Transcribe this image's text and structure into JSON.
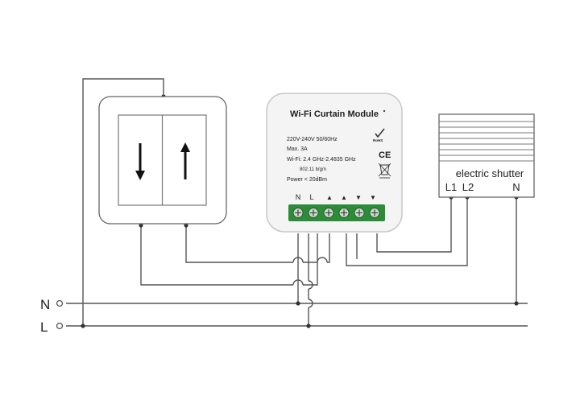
{
  "module": {
    "title": "Wi-Fi Curtain Module",
    "specs": [
      "220V-240V 50/60Hz",
      "Max. 3A",
      "Wi-Fi: 2.4 GHz-2.4835 GHz",
      "802.11 b/g/n",
      "Power < 20dBm"
    ],
    "rohs": "RoHS",
    "ce": "CE",
    "terminal_labels": [
      "N",
      "L",
      "▲",
      "▲",
      "▼",
      "▼"
    ]
  },
  "shutter": {
    "label": "electric shutter",
    "terminals": [
      "L1",
      "L2",
      "N"
    ]
  },
  "mains": {
    "n_label": "N",
    "l_label": "L"
  },
  "icons": [
    "arrow-down-icon",
    "arrow-up-icon",
    "rohs-check-icon",
    "weee-bin-icon"
  ]
}
